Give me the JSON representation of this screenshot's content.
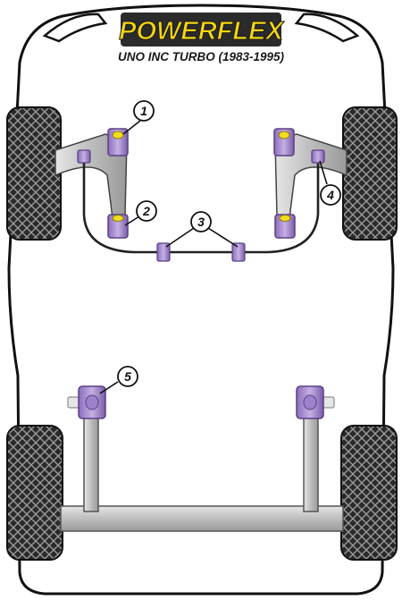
{
  "brand": {
    "logo_text": "POWERFLEX"
  },
  "subtitle": "UNO INC TURBO (1983-1995)",
  "callouts": [
    {
      "number": "1"
    },
    {
      "number": "2"
    },
    {
      "number": "3"
    },
    {
      "number": "4"
    },
    {
      "number": "5"
    }
  ],
  "colors": {
    "bush": "#b39ad6",
    "bush_dark": "#7d5fa8",
    "sleeve": "#f2dc1f",
    "logo_yellow": "#f5d613",
    "logo_bg": "#2b2b2b",
    "arm_grey": "#c4c4c4",
    "tyre": "#2a2a2a"
  }
}
